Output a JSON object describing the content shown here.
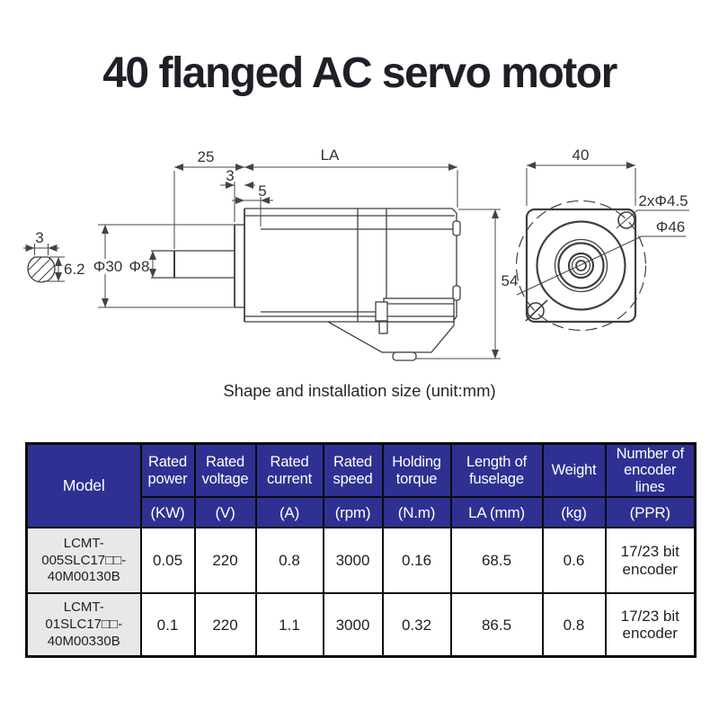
{
  "title": "40 flanged AC servo motor",
  "caption": "Shape and installation size (unit:mm)",
  "colors": {
    "header_bg": "#2e3192",
    "header_text": "#ffffff",
    "table_border": "#0a0a0a",
    "model_cell_bg": "#e8e8e8",
    "drawing_lines": "#3f3f3f",
    "title_text": "#1f1f28"
  },
  "drawing": {
    "side_view": {
      "shaft_length": "25",
      "boss_protrusion": "3",
      "flange_thickness": "5",
      "body_length_label": "LA",
      "body_height": "54",
      "boss_diameter": "Φ30",
      "shaft_diameter": "Φ8",
      "key_flat_width": "3",
      "key_section_height": "6.2"
    },
    "front_view": {
      "flange_size": "40",
      "mount_holes": "2xΦ4.5",
      "bolt_circle": "Φ46"
    }
  },
  "table": {
    "columns": [
      {
        "label": "Model",
        "unit": ""
      },
      {
        "label": "Rated power",
        "unit": "(KW)"
      },
      {
        "label": "Rated voltage",
        "unit": "(V)"
      },
      {
        "label": "Rated current",
        "unit": "(A)"
      },
      {
        "label": "Rated speed",
        "unit": "(rpm)"
      },
      {
        "label": "Holding torque",
        "unit": "(N.m)"
      },
      {
        "label": "Length of fuselage",
        "unit": "LA (mm)"
      },
      {
        "label": "Weight",
        "unit": "(kg)"
      },
      {
        "label": "Number of encoder lines",
        "unit": "(PPR)"
      }
    ],
    "rows": [
      {
        "model_lines": [
          "LCMT-",
          "005SLC17□□-",
          "40M00130B"
        ],
        "power": "0.05",
        "voltage": "220",
        "current": "0.8",
        "speed": "3000",
        "torque": "0.16",
        "fuselage": "68.5",
        "weight": "0.6",
        "encoder": "17/23 bit encoder"
      },
      {
        "model_lines": [
          "LCMT-",
          "01SLC17□□-",
          "40M00330B"
        ],
        "power": "0.1",
        "voltage": "220",
        "current": "1.1",
        "speed": "3000",
        "torque": "0.32",
        "fuselage": "86.5",
        "weight": "0.8",
        "encoder": "17/23 bit encoder"
      }
    ]
  }
}
